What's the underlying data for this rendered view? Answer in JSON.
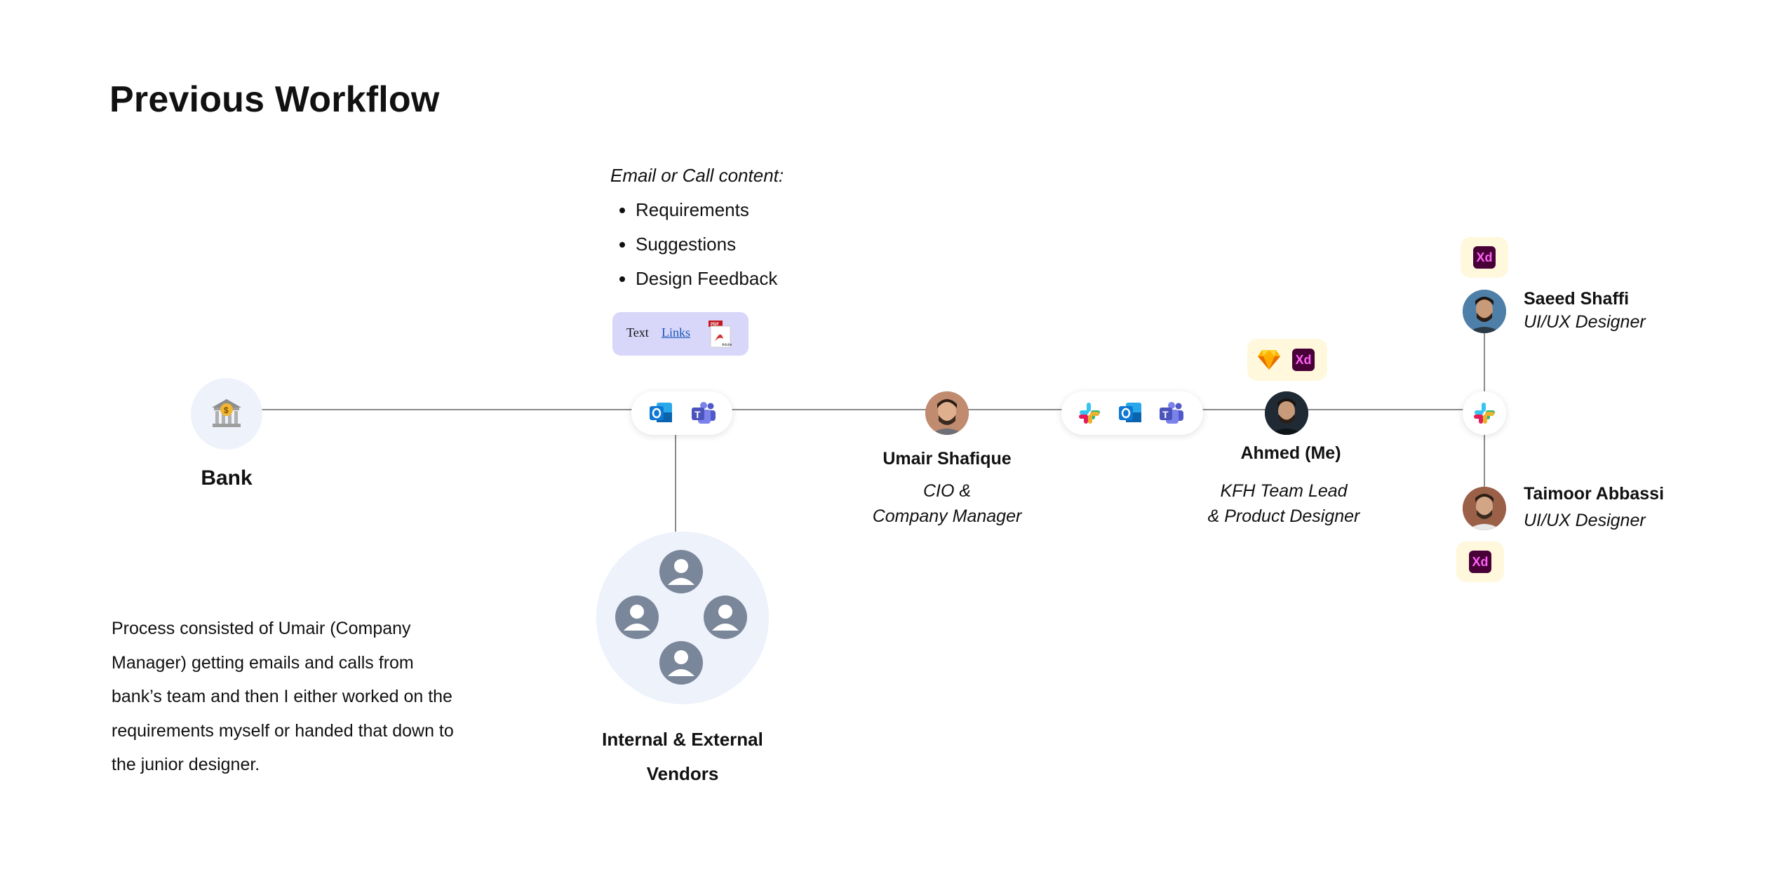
{
  "page": {
    "title": "Previous Workflow"
  },
  "content_block": {
    "heading": "Email or Call content:",
    "items": [
      "Requirements",
      "Suggestions",
      "Design Feedback"
    ]
  },
  "attachments": {
    "text_label": "Text",
    "links_label": "Links",
    "pdf_icon": "pdf-icon"
  },
  "nodes": {
    "bank": {
      "label": "Bank",
      "icon": "bank-icon"
    },
    "vendors": {
      "line1": "Internal & External",
      "line2": "Vendors"
    },
    "umair": {
      "name": "Umair Shafique",
      "role_line1": "CIO &",
      "role_line2": "Company Manager"
    },
    "ahmed": {
      "name": "Ahmed (Me)",
      "role_line1": "KFH Team Lead",
      "role_line2": "& Product Designer"
    },
    "saeed": {
      "name": "Saeed Shaffi",
      "role": "UI/UX Designer"
    },
    "taimoor": {
      "name": "Taimoor Abbassi",
      "role": "UI/UX Designer"
    }
  },
  "tools": {
    "xd_label": "Xd",
    "channels_1": [
      "outlook-icon",
      "teams-icon"
    ],
    "channels_2": [
      "slack-icon",
      "outlook-icon",
      "teams-icon"
    ],
    "channels_3": [
      "slack-icon"
    ]
  },
  "description": "Process consisted of Umair (Company Manager) getting emails and calls from bank’s team and then I either worked on the requirements myself or handed that down to the junior designer.",
  "colors": {
    "attachment_bg": "#d8d6f9",
    "node_bg": "#edf2fb",
    "tool_chip_bg": "#fff8dc",
    "line": "#8a8a8a",
    "xd_bg": "#470137",
    "xd_fg": "#ff61f6"
  }
}
